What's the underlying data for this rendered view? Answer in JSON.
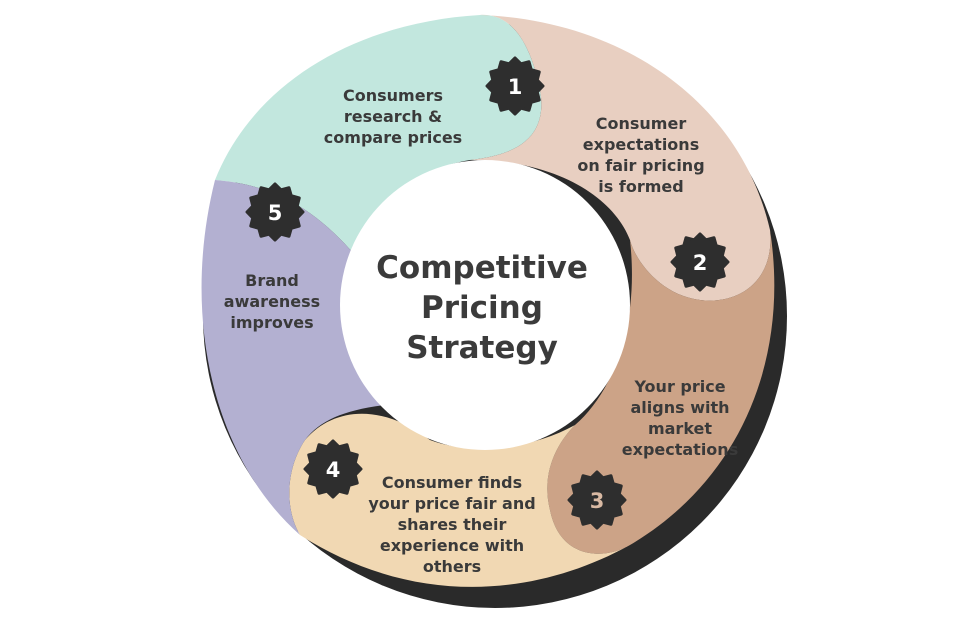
{
  "center": {
    "lines": [
      "Competitive",
      "Pricing",
      "Strategy"
    ]
  },
  "steps": [
    {
      "number": "1",
      "lines": [
        "Consumers",
        "research &",
        "compare prices"
      ],
      "color": "#c2e7de"
    },
    {
      "number": "2",
      "lines": [
        "Consumer",
        "expectations",
        "on fair pricing",
        "is formed"
      ],
      "color": "#e8cfc1"
    },
    {
      "number": "3",
      "lines": [
        "Your price",
        "aligns with",
        "market",
        "expectations"
      ],
      "color": "#cca387"
    },
    {
      "number": "4",
      "lines": [
        "Consumer finds",
        "your price fair and",
        "shares their",
        "experience with",
        "others"
      ],
      "color": "#f1d8b3"
    },
    {
      "number": "5",
      "lines": [
        "Brand",
        "awareness",
        "improves"
      ],
      "color": "#b3b0d1"
    }
  ],
  "colors": {
    "ring_shadow": "#2a2a2a",
    "badge": "#2e2e2e",
    "badge_text": "#ffffff",
    "badge_text_3": "#d9b9a3",
    "text": "#3a3a3a",
    "hub": "#ffffff"
  },
  "badge_icon": "starburst-badge-icon"
}
